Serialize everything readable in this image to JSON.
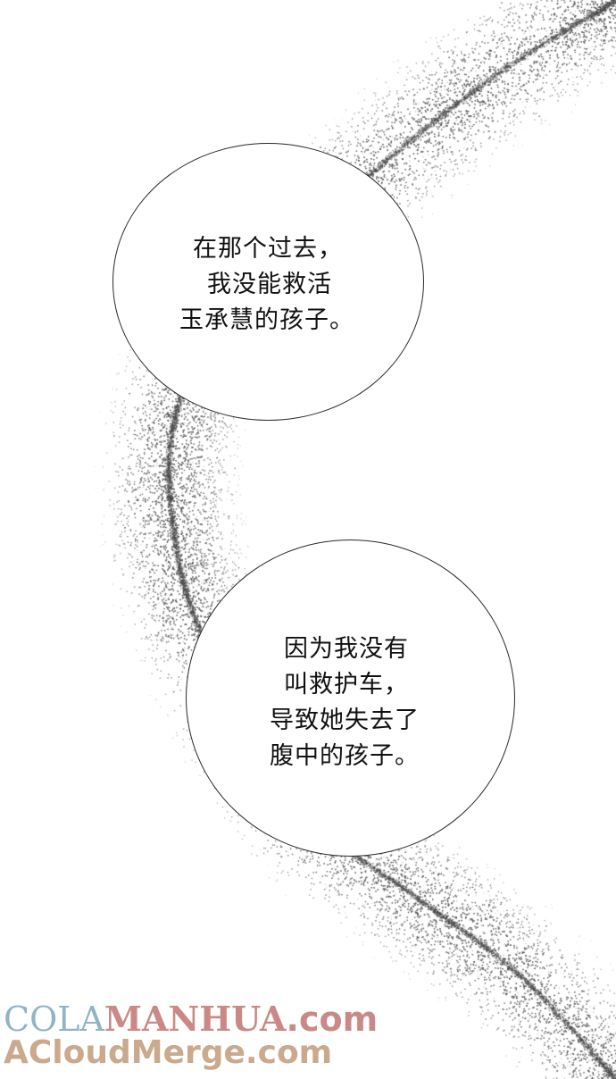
{
  "bubbles": [
    {
      "lines": [
        "在那个过去，",
        "我没能救活",
        "玉承慧的孩子。"
      ]
    },
    {
      "lines": [
        "因为我没有",
        "叫救护车，",
        "导致她失去了",
        "腹中的孩子。"
      ]
    }
  ],
  "watermark": {
    "line1_part1": "COLA",
    "line1_part2": "MANHUA",
    "line1_part3": ".com",
    "line2": "ACloudMerge.com"
  },
  "colors": {
    "background": "#ffffff",
    "noise": "#7a7a7a",
    "bubble_border": "#2a2a2a",
    "text": "#111111",
    "watermark_blue": "#8fb3c7",
    "watermark_pink": "#c98a87",
    "watermark_tan": "#caa98d"
  }
}
